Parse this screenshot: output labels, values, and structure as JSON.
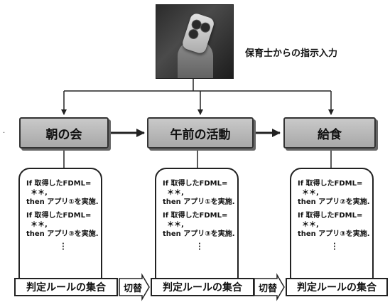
{
  "instruction_source": {
    "label": "保育士からの指示入力",
    "image": "remote-control-in-hand"
  },
  "stages": [
    {
      "title": "朝の会",
      "rules": [
        {
          "if_line": "If 取得したFDML=",
          "value_line": "＊＊,",
          "then_line": "then  アプリ①を実施."
        },
        {
          "if_line": "If 取得したFDML=",
          "value_line": "＊＊,",
          "then_line": "then  アプリ③を実施."
        }
      ],
      "set_label": "判定ルールの集合"
    },
    {
      "title": "午前の活動",
      "rules": [
        {
          "if_line": "If 取得したFDML=",
          "value_line": "＊＊,",
          "then_line": "then  アプリ①を実施."
        },
        {
          "if_line": "If 取得したFDML=",
          "value_line": "＊＊,",
          "then_line": "then  アプリ③を実施."
        }
      ],
      "set_label": "判定ルールの集合"
    },
    {
      "title": "給食",
      "rules": [
        {
          "if_line": "If 取得したFDML=",
          "value_line": "＊＊,",
          "then_line": "then  アプリ②を実施."
        },
        {
          "if_line": "If 取得したFDML=",
          "value_line": "＊＊,",
          "then_line": "then  アプリ③を実施."
        }
      ],
      "set_label": "判定ルールの集合"
    }
  ],
  "switches": [
    {
      "label": "切替"
    },
    {
      "label": "切替"
    }
  ],
  "colors": {
    "stage_fill": "#b8b8b8",
    "stroke": "#222222"
  }
}
